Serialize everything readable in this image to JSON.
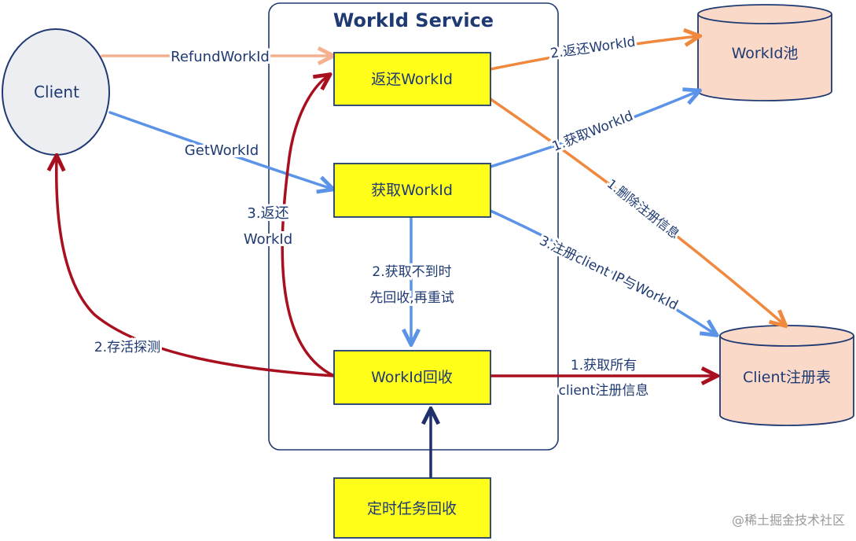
{
  "service": {
    "title": "WorkId Service"
  },
  "client": {
    "label": "Client"
  },
  "pool_db": {
    "label": "WorkId池"
  },
  "registry_db": {
    "label": "Client注册表"
  },
  "boxes": {
    "return_workid": "返还WorkId",
    "get_workid": "获取WorkId",
    "recycle": "WorkId回收",
    "scheduled": "定时任务回收"
  },
  "edges": {
    "refund": "RefundWorkId",
    "get": "GetWorkId",
    "return_to_pool": "2.返还WorkId",
    "fetch_from_pool": "1.获取WorkId",
    "delete_registration": "1.删除注册信息",
    "register_line1": "3.注册client IP与WorkId",
    "retry_line1": "2.获取不到时",
    "retry_line2": "先回收,再重试",
    "return_line1": "3.返还",
    "return_line2": "WorkId",
    "liveness": "2.存活探测",
    "fetch_all_line1": "1.获取所有",
    "fetch_all_line2": "client注册信息"
  },
  "colors": {
    "box_fill": "#ffff1a",
    "db_fill": "#fad9c8",
    "client_fill": "#eceef2",
    "text": "#1f3a73",
    "orange": "#f0883e",
    "peach": "#f5b090",
    "blue": "#5b93e8",
    "red": "#a81020",
    "navy": "#1e2f6b"
  },
  "watermark": "@稀土掘金技术社区"
}
